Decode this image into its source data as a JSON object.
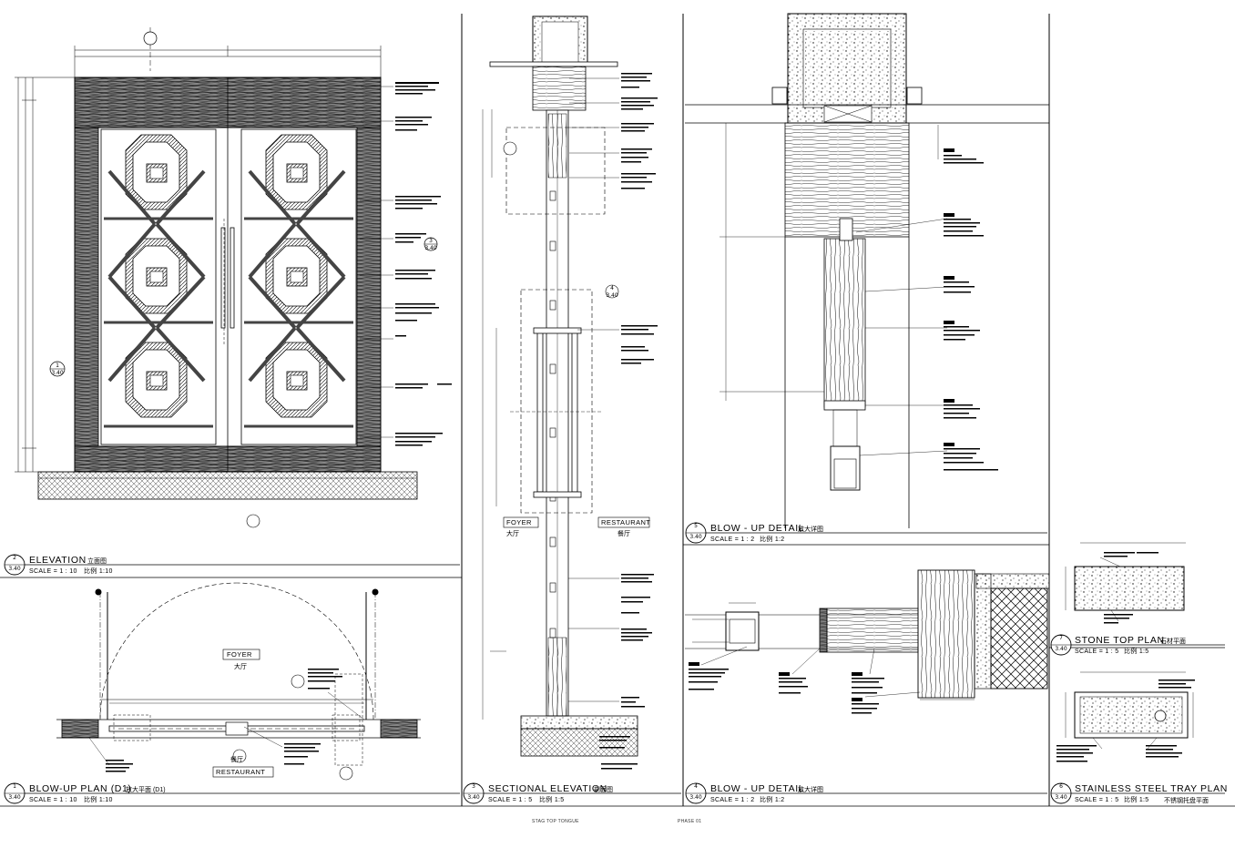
{
  "panels": [
    {
      "num": "2",
      "sheet": "3.40",
      "title": "ELEVATION",
      "title_cn": "立面图",
      "scale": "SCALE = 1 : 10",
      "scale_cn": "比例 1:10"
    },
    {
      "num": "1",
      "sheet": "3.40",
      "title": "BLOW-UP PLAN (D1)",
      "title_cn": "放大平面 (D1)",
      "scale": "SCALE = 1 : 10",
      "scale_cn": "比例 1:10"
    },
    {
      "num": "3",
      "sheet": "3.40",
      "title": "SECTIONAL ELEVATION",
      "title_cn": "剖面图",
      "scale": "SCALE = 1 : 5",
      "scale_cn": "比例 1:5"
    },
    {
      "num": "5",
      "sheet": "3.40",
      "title": "BLOW - UP DETAIL",
      "title_cn": "放大详图",
      "scale": "SCALE = 1 : 2",
      "scale_cn": "比例 1:2"
    },
    {
      "num": "4",
      "sheet": "3.40",
      "title": "BLOW - UP DETAIL",
      "title_cn": "放大详图",
      "scale": "SCALE = 1 : 2",
      "scale_cn": "比例 1:2"
    },
    {
      "num": "7",
      "sheet": "3.40",
      "title": "STONE TOP PLAN",
      "title_cn": "石材平面",
      "scale": "SCALE = 1 : 5",
      "scale_cn": "比例 1:5"
    },
    {
      "num": "6",
      "sheet": "3.40",
      "title": "STAINLESS STEEL TRAY PLAN",
      "title_cn": "不锈钢托盘平面",
      "scale": "SCALE = 1 : 5",
      "scale_cn": "比例 1:5"
    }
  ],
  "room_tags": {
    "foyer": "FOYER",
    "foyer_cn": "大厅",
    "restaurant": "RESTAURANT",
    "restaurant_cn": "餐厅"
  },
  "section_markers": {
    "s1": "1",
    "s2": "3",
    "s3": "4",
    "sheet": "3.40"
  },
  "footer": {
    "left": "STAG TOP TONGUE",
    "right": "PHASE 01"
  },
  "colors": {
    "line": "#000000",
    "wood": "#555555",
    "stone": "#777777",
    "bg": "#ffffff"
  }
}
